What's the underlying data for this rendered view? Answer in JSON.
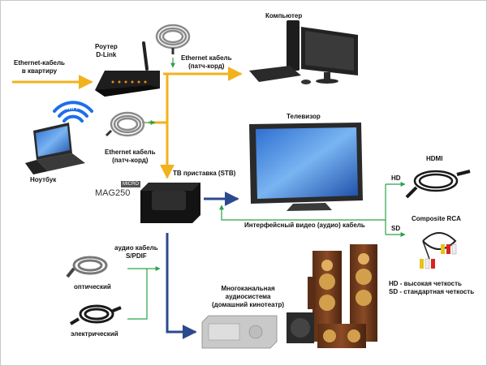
{
  "labels": {
    "ethernet_in": [
      "Ethernet-кабель",
      "в квартиру"
    ],
    "router": [
      "Роутер",
      "D-Link"
    ],
    "computer": "Компьютер",
    "ethernet_patch_top": [
      "Ethernet кабель",
      "(патч-корд)"
    ],
    "wifi": "WiFi",
    "laptop": "Ноутбук",
    "ethernet_patch_mid": [
      "Ethernet кабель",
      "(патч-корд)"
    ],
    "tv": "Телевизор",
    "stb": "ТВ приставка (STB)",
    "stb_brand": "MAG250",
    "stb_brand_badge": "MICRO",
    "hd_tag": "HD",
    "sd_tag": "SD",
    "hdmi": "HDMI",
    "composite": "Composite RCA",
    "interface_cable": "Интерфейсный видео (аудио) кабель",
    "audio_cable": [
      "аудио кабель",
      "S/PDIF"
    ],
    "optical": "оптический",
    "electrical": "электрический",
    "audio_system": [
      "Многоканальная",
      "аудиосистема",
      "(домашний кинотеатр)"
    ],
    "legend": [
      "HD - высокая четкость",
      "SD - стандартная четкость"
    ]
  },
  "colors": {
    "orange_arrow": "#f2b21e",
    "blue_arrow": "#2b4a8e",
    "green_dot": "#2aa24a"
  }
}
